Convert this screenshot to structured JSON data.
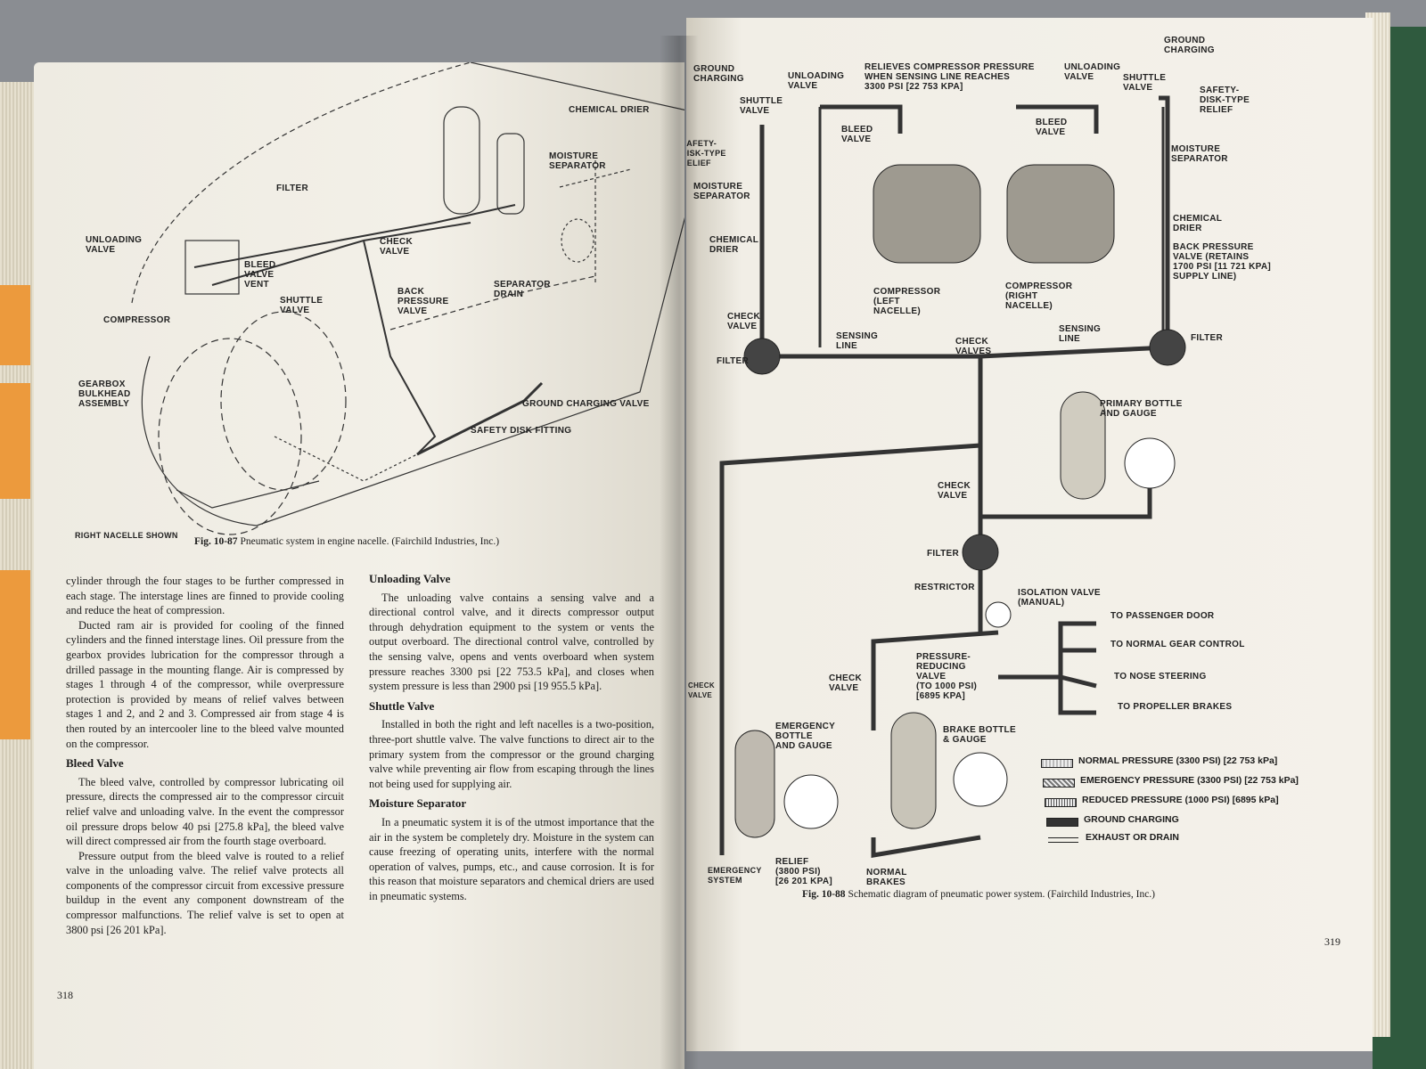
{
  "left_page": {
    "figure_labels": {
      "chemical_drier": "CHEMICAL DRIER",
      "moisture_separator": "MOISTURE\nSEPARATOR",
      "filter": "FILTER",
      "unloading_valve": "UNLOADING\nVALVE",
      "check_valve": "CHECK\nVALVE",
      "bleed_valve_vent": "BLEED\nVALVE\nVENT",
      "separator_drain": "SEPARATOR\nDRAIN",
      "shuttle_valve": "SHUTTLE\nVALVE",
      "back_pressure_valve": "BACK\nPRESSURE\nVALVE",
      "compressor": "COMPRESSOR",
      "gearbox_bulkhead": "GEARBOX\nBULKHEAD\nASSEMBLY",
      "ground_charging_valve": "GROUND CHARGING VALVE",
      "safety_disk_fitting": "SAFETY DISK FITTING",
      "right_nacelle_shown": "RIGHT NACELLE SHOWN"
    },
    "caption_num": "Fig. 10-87",
    "caption_text": "Pneumatic system in engine nacelle. (Fairchild Industries, Inc.)",
    "col1": {
      "p1": "cylinder through the four stages to be further compressed in each stage. The interstage lines are finned to provide cooling and reduce the heat of compression.",
      "p2": "Ducted ram air is provided for cooling of the finned cylinders and the finned interstage lines. Oil pressure from the gearbox provides lubrication for the compressor through a drilled passage in the mounting flange. Air is compressed by stages 1 through 4 of the compressor, while overpressure protection is provided by means of relief valves between stages 1 and 2, and 2 and 3. Compressed air from stage 4 is then routed by an intercooler line to the bleed valve mounted on the compressor.",
      "h_bleed": "Bleed Valve",
      "p3": "The bleed valve, controlled by compressor lubricating oil pressure, directs the compressed air to the compressor circuit relief valve and unloading valve. In the event the compressor oil pressure drops below 40 psi [275.8 kPa], the bleed valve will direct compressed air from the fourth stage overboard.",
      "p4": "Pressure output from the bleed valve is routed to a relief valve in the unloading valve. The relief valve protects all components of the compressor circuit from excessive pressure buildup in the event any component downstream of the compressor malfunctions. The relief valve is set to open at 3800 psi [26 201 kPa]."
    },
    "col2": {
      "h_unloading": "Unloading Valve",
      "p1": "The unloading valve contains a sensing valve and a directional control valve, and it directs compressor output through dehydration equipment to the system or vents the output overboard. The directional control valve, controlled by the sensing valve, opens and vents overboard when system pressure reaches 3300 psi [22 753.5 kPa], and closes when system pressure is less than 2900 psi [19 955.5 kPa].",
      "h_shuttle": "Shuttle Valve",
      "p2": "Installed in both the right and left nacelles is a two-position, three-port shuttle valve. The valve functions to direct air to the primary system from the compressor or the ground charging valve while preventing air flow from escaping through the lines not being used for supplying air.",
      "h_moisture": "Moisture Separator",
      "p3": "In a pneumatic system it is of the utmost importance that the air in the system be completely dry. Moisture in the system can cause freezing of operating units, interfere with the normal operation of valves, pumps, etc., and cause corrosion. It is for this reason that moisture separators and chemical driers are used in pneumatic systems."
    },
    "page_number": "318"
  },
  "right_page": {
    "labels": {
      "ground_charging_l": "GROUND\nCHARGING",
      "safety_disk_l": "SAFETY-\nDISK-TYPE\nRELIEF",
      "shuttle_valve_l": "SHUTTLE\nVALVE",
      "unloading_valve_l": "UNLOADING\nVALVE",
      "relieves": "RELIEVES COMPRESSOR PRESSURE\nWHEN SENSING LINE REACHES\n3300 PSI [22 753 kPa]",
      "unloading_valve_r": "UNLOADING\nVALVE",
      "shuttle_valve_r": "SHUTTLE\nVALVE",
      "ground_charging_r": "GROUND\nCHARGING",
      "safety_disk_r": "SAFETY-\nDISK-TYPE\nRELIEF",
      "bleed_valve_l": "BLEED\nVALVE",
      "bleed_valve_r": "BLEED\nVALVE",
      "moisture_separator_l": "MOISTURE\nSEPARATOR",
      "moisture_separator_r": "MOISTURE\nSEPARATOR",
      "chemical_drier_l": "CHEMICAL\nDRIER",
      "chemical_drier_r": "CHEMICAL\nDRIER",
      "back_pressure": "BACK PRESSURE\nVALVE (RETAINS\n1700 PSI [11 721 kPa]\nSUPPLY LINE)",
      "compressor_left": "COMPRESSOR\n(LEFT\nNACELLE)",
      "compressor_right": "COMPRESSOR\n(RIGHT\nNACELLE)",
      "check_valve_l": "CHECK\nVALVE",
      "filter_l": "FILTER",
      "filter_r": "FILTER",
      "sensing_line_l": "SENSING\nLINE",
      "sensing_line_r": "SENSING\nLINE",
      "check_valves": "CHECK\nVALVES",
      "primary_bottle": "PRIMARY BOTTLE\nAND GAUGE",
      "check_valve_c": "CHECK\nVALVE",
      "filter_c": "FILTER",
      "restrictor": "RESTRICTOR",
      "isolation_valve": "ISOLATION VALVE\n(MANUAL)",
      "to_passenger_door": "TO PASSENGER DOOR",
      "to_normal_gear": "TO NORMAL GEAR CONTROL",
      "to_nose_steering": "TO NOSE STEERING",
      "to_propeller_brakes": "TO PROPELLER BRAKES",
      "pressure_reducing": "PRESSURE-\nREDUCING\nVALVE\n(TO 1000 PSI)\n[6895 kPa]",
      "check_valve_e": "CHECK\nVALVE",
      "check_valve_b": "CHECK\nVALVE",
      "emergency_bottle": "EMERGENCY\nBOTTLE\nAND GAUGE",
      "brake_bottle": "BRAKE BOTTLE\n& GAUGE",
      "relief": "RELIEF\n(3800 PSI)\n[26 201 kPa]",
      "emergency_system": "EMERGENCY\nSYSTEM",
      "normal_brakes": "NORMAL\nBRAKES"
    },
    "legend": [
      {
        "label": "NORMAL PRESSURE (3300 PSI) [22 753 kPa]",
        "pattern": "normal"
      },
      {
        "label": "EMERGENCY PRESSURE (3300 PSI) [22 753 kPa]",
        "pattern": "emergency"
      },
      {
        "label": "REDUCED PRESSURE (1000 PSI) [6895 kPa]",
        "pattern": "reduced"
      },
      {
        "label": "GROUND CHARGING",
        "pattern": "ground"
      },
      {
        "label": "EXHAUST OR DRAIN",
        "pattern": "exhaust"
      }
    ],
    "caption_num": "Fig. 10-88",
    "caption_text": "Schematic diagram of pneumatic power system. (Fairchild Industries, Inc.)",
    "page_number": "319"
  }
}
